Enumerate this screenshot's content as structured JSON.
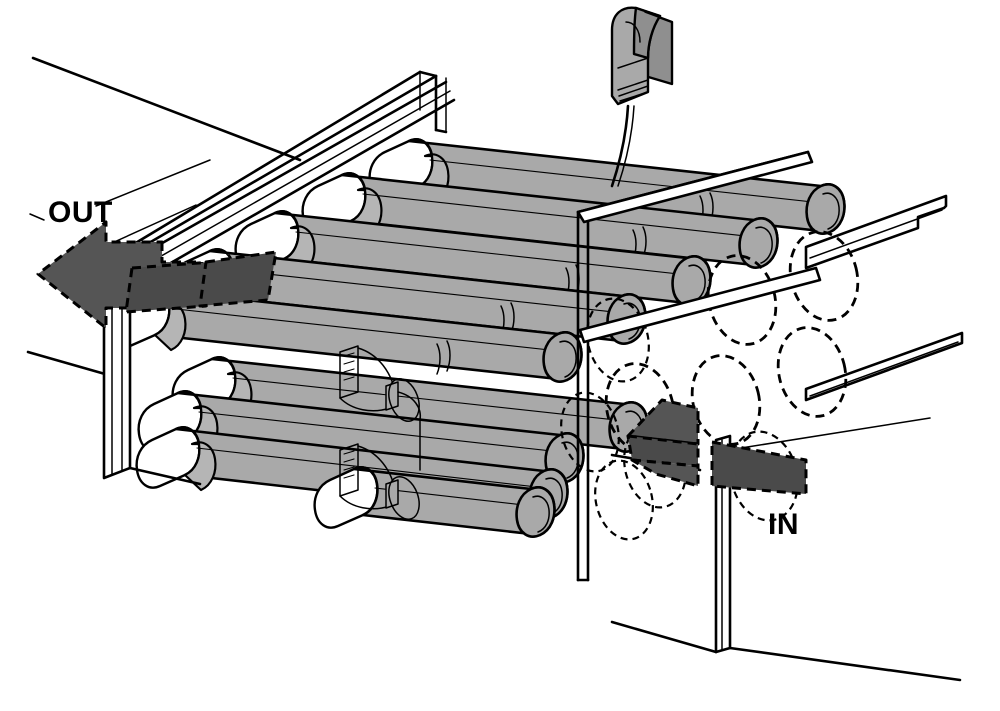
{
  "diagram": {
    "title": "UV lamp rack assembly airflow diagram",
    "type": "isometric technical line illustration",
    "labels": {
      "outlet": "OUT",
      "inlet": "IN"
    },
    "components": [
      {
        "name": "power-plug",
        "description": "right-angle electrical plug at top"
      },
      {
        "name": "power-cord",
        "description": "cable from plug to upper lamp tube"
      },
      {
        "name": "lamp-tube-array",
        "description": "cylindrical UV lamp tubes in two tiers"
      },
      {
        "name": "frame-panel-left",
        "description": "left vertical mounting plate"
      },
      {
        "name": "frame-panel-right",
        "description": "right vertical mounting plate"
      },
      {
        "name": "frame-rail-upper",
        "description": "upper horizontal support rail"
      },
      {
        "name": "frame-rail-lower",
        "description": "lower horizontal support rail"
      },
      {
        "name": "support-post",
        "description": "vertical support post to base"
      },
      {
        "name": "hidden-tube-ends",
        "description": "dashed outlines of tube ends behind frame"
      },
      {
        "name": "lamp-connectors",
        "description": "socket clips joining tube segments"
      }
    ],
    "colors": {
      "tube_fill": "#a9a9a9",
      "tube_fill_light": "#b8b8b8",
      "endcap_fill": "#ffffff",
      "arrow_fill": "#555555",
      "arrow_fill_dark": "#4a4a4a",
      "plug_fill": "#a9a9a9",
      "plug_shadow": "#8f8f8f",
      "outline": "#000000",
      "background": "#ffffff"
    },
    "airflow": {
      "out_direction": "left",
      "in_direction": "right",
      "out_arrow_style": "dashed outline, gray fill",
      "in_arrow_style": "dashed outline, gray fill"
    },
    "tube_counts": {
      "upper_tier": 5,
      "lower_tier": 4
    }
  }
}
